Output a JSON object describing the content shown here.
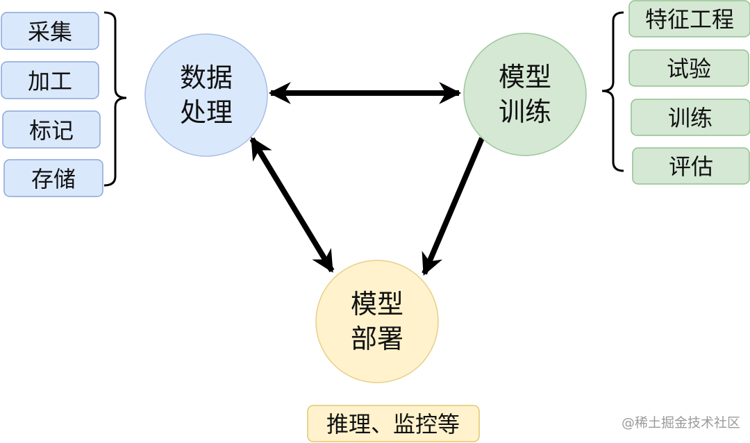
{
  "nodes": {
    "data_processing": {
      "line1": "数据",
      "line2": "处理",
      "fill": "#dae8fc",
      "stroke": "#a9bde0"
    },
    "model_training": {
      "line1": "模型",
      "line2": "训练",
      "fill": "#d5e8d4",
      "stroke": "#9cc69a"
    },
    "model_deployment": {
      "line1": "模型",
      "line2": "部署",
      "fill": "#fff2cc",
      "stroke": "#e6cf88"
    }
  },
  "left_steps": {
    "fill": "#dae8fc",
    "stroke": "#8aa6d6",
    "items": [
      "采集",
      "加工",
      "标记",
      "存储"
    ]
  },
  "right_steps": {
    "fill": "#d5e8d4",
    "stroke": "#92c08f",
    "items": [
      "特征工程",
      "试验",
      "训练",
      "评估"
    ]
  },
  "deployment_note": {
    "label": "推理、监控等",
    "fill": "#fff2cc",
    "stroke": "#e0c770"
  },
  "watermark": "@稀土掘金技术社区"
}
